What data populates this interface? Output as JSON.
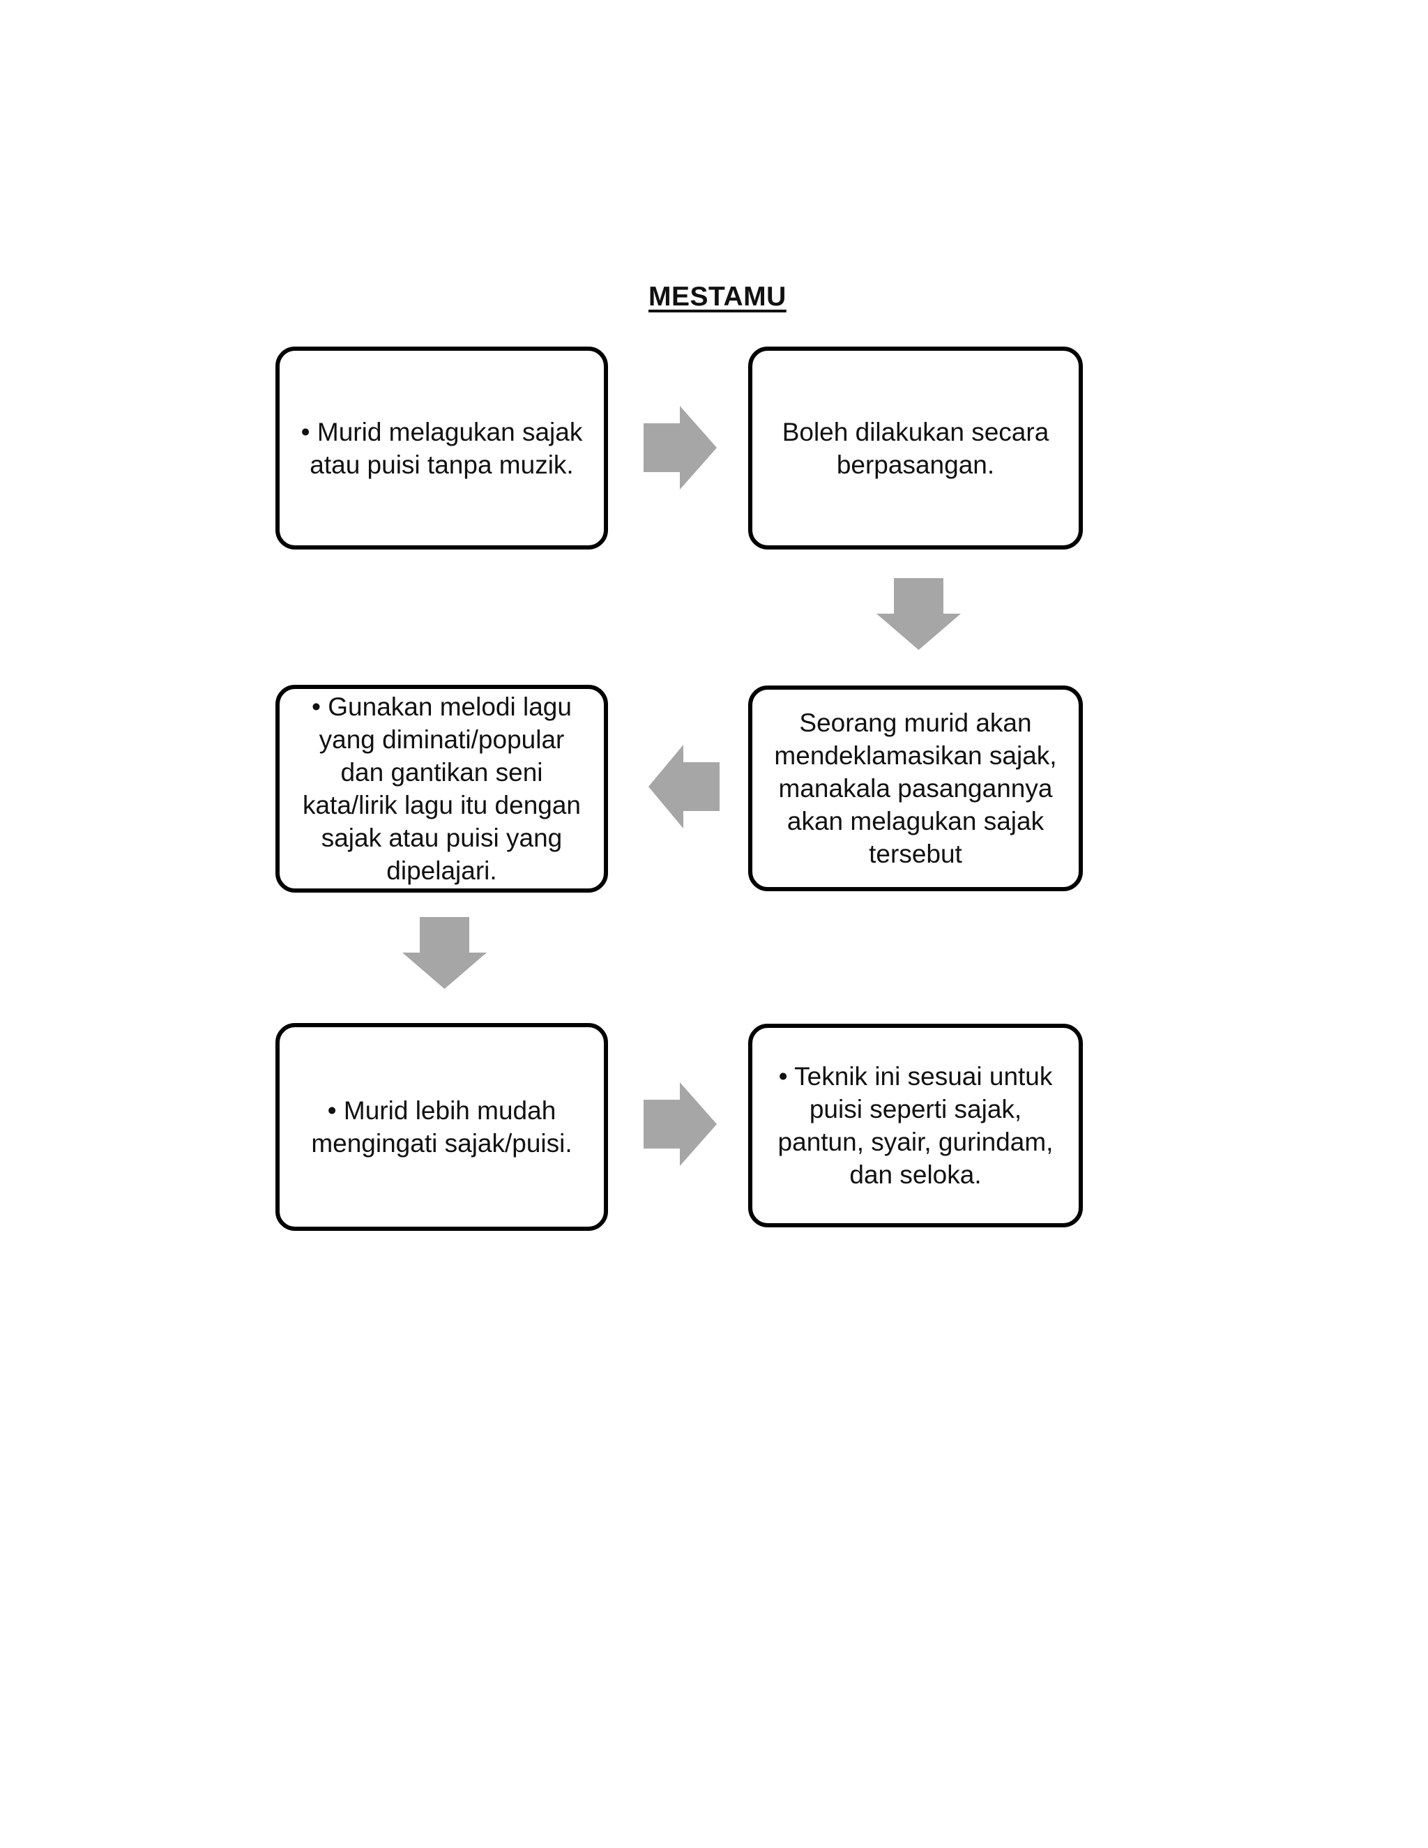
{
  "title": "MESTAMU",
  "flowchart": {
    "boxes": [
      {
        "id": "box-1",
        "text": "• Murid melagukan sajak\natau puisi tanpa muzik."
      },
      {
        "id": "box-2",
        "text": "Boleh dilakukan secara\nberpasangan."
      },
      {
        "id": "box-3",
        "text": "• Gunakan melodi lagu\nyang diminati/popular\ndan gantikan seni\nkata/lirik lagu itu dengan\nsajak atau puisi yang\ndipelajari."
      },
      {
        "id": "box-4",
        "text": "Seorang murid akan\nmendeklamasikan sajak,\nmanakala pasangannya\nakan melagukan sajak\ntersebut"
      },
      {
        "id": "box-5",
        "text": "• Murid lebih mudah\nmengingati sajak/puisi."
      },
      {
        "id": "box-6",
        "text": "• Teknik ini sesuai untuk\npuisi seperti sajak,\npantun, syair, gurindam,\ndan seloka."
      }
    ],
    "arrows": [
      {
        "id": "arrow-1",
        "direction": "right",
        "from": "box-1",
        "to": "box-2"
      },
      {
        "id": "arrow-2",
        "direction": "down",
        "from": "box-2",
        "to": "box-4"
      },
      {
        "id": "arrow-3",
        "direction": "left",
        "from": "box-4",
        "to": "box-3"
      },
      {
        "id": "arrow-4",
        "direction": "down",
        "from": "box-3",
        "to": "box-5"
      },
      {
        "id": "arrow-5",
        "direction": "right",
        "from": "box-5",
        "to": "box-6"
      }
    ],
    "colors": {
      "arrow": "#a6a6a6",
      "box_border": "#000000",
      "text": "#111111",
      "background": "#ffffff"
    }
  }
}
